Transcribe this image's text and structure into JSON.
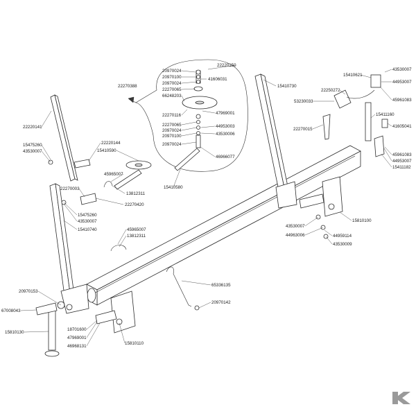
{
  "callouts": [
    {
      "id": "c1",
      "text": "22220150"
    },
    {
      "id": "c2",
      "text": "20970024"
    },
    {
      "id": "c3",
      "text": "20970100"
    },
    {
      "id": "c4",
      "text": "20970024"
    },
    {
      "id": "c5",
      "text": "22270065"
    },
    {
      "id": "c6",
      "text": "66248203"
    },
    {
      "id": "c7",
      "text": "41606031"
    },
    {
      "id": "c8",
      "text": "22270388"
    },
    {
      "id": "c9",
      "text": "22270116"
    },
    {
      "id": "c10",
      "text": "47969001"
    },
    {
      "id": "c11",
      "text": "22270065"
    },
    {
      "id": "c12",
      "text": "44953003"
    },
    {
      "id": "c13",
      "text": "20970024"
    },
    {
      "id": "c14",
      "text": "43530006"
    },
    {
      "id": "c15",
      "text": "20970100"
    },
    {
      "id": "c16",
      "text": "20970024"
    },
    {
      "id": "c17",
      "text": "46966077"
    },
    {
      "id": "c18",
      "text": "15410580"
    },
    {
      "id": "c19",
      "text": "15410730"
    },
    {
      "id": "c20",
      "text": "43530007"
    },
    {
      "id": "c21",
      "text": "15410621"
    },
    {
      "id": "c22",
      "text": "44953007"
    },
    {
      "id": "c23",
      "text": "22250272"
    },
    {
      "id": "c24",
      "text": "45961083"
    },
    {
      "id": "c25",
      "text": "53230033"
    },
    {
      "id": "c26",
      "text": "15411160"
    },
    {
      "id": "c27",
      "text": "22270015"
    },
    {
      "id": "c28",
      "text": "41605041"
    },
    {
      "id": "c29",
      "text": "45961083"
    },
    {
      "id": "c30",
      "text": "44953007"
    },
    {
      "id": "c31",
      "text": "15411182"
    },
    {
      "id": "c32",
      "text": "22220141"
    },
    {
      "id": "c33",
      "text": "15475260"
    },
    {
      "id": "c34",
      "text": "43530007"
    },
    {
      "id": "c35",
      "text": "22220144"
    },
    {
      "id": "c36",
      "text": "15410590"
    },
    {
      "id": "c37",
      "text": "45965007"
    },
    {
      "id": "c38",
      "text": "22270003"
    },
    {
      "id": "c39",
      "text": "13812311"
    },
    {
      "id": "c40",
      "text": "22270420"
    },
    {
      "id": "c41",
      "text": "15475260"
    },
    {
      "id": "c42",
      "text": "43530007"
    },
    {
      "id": "c43",
      "text": "15410740"
    },
    {
      "id": "c44",
      "text": "45965007"
    },
    {
      "id": "c45",
      "text": "13812311"
    },
    {
      "id": "c46",
      "text": "43530007"
    },
    {
      "id": "c47",
      "text": "44963006"
    },
    {
      "id": "c48",
      "text": "44959114"
    },
    {
      "id": "c49",
      "text": "43530009"
    },
    {
      "id": "c50",
      "text": "15810100"
    },
    {
      "id": "c51",
      "text": "65336135"
    },
    {
      "id": "c52",
      "text": "20970142"
    },
    {
      "id": "c53",
      "text": "20970153"
    },
    {
      "id": "c54",
      "text": "67008043"
    },
    {
      "id": "c55",
      "text": "18701600"
    },
    {
      "id": "c56",
      "text": "47969001"
    },
    {
      "id": "c57",
      "text": "46968131"
    },
    {
      "id": "c58",
      "text": "15810130"
    },
    {
      "id": "c59",
      "text": "15810110"
    }
  ],
  "brand_color": "#9a9a9a",
  "line_color": "#2a2a2a",
  "logo_icon": "kramp-k-logo"
}
